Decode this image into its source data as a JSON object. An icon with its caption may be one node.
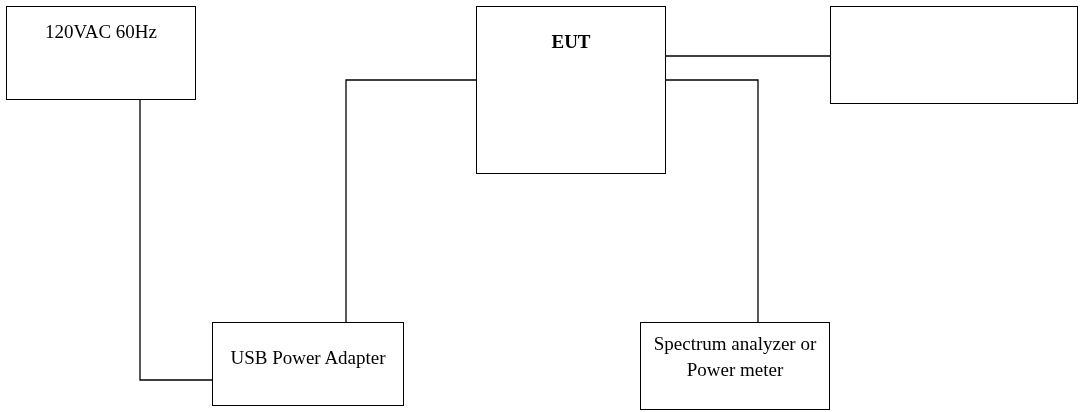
{
  "diagram": {
    "nodes": [
      {
        "text": [
          "120VAC 60Hz"
        ]
      },
      {
        "text": [
          "USB Power Adapter"
        ]
      },
      {
        "text": [
          "EUT"
        ]
      },
      {
        "text": [],
        "shape": "box"
      },
      {
        "text": [
          "Spectrum analyzer or Power meter"
        ]
      }
    ],
    "edges": [
      {
        "from": 0,
        "to": 1,
        "arrow": "none"
      },
      {
        "from": 1,
        "to": 2,
        "arrow": "none"
      },
      {
        "from": 2,
        "to": 3,
        "arrow": "none"
      },
      {
        "from": 2,
        "to": 4,
        "arrow": "none"
      }
    ]
  }
}
